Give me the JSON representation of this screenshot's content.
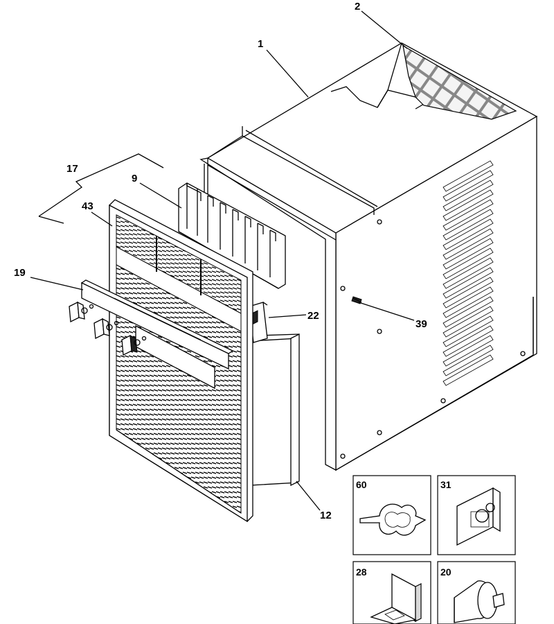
{
  "callouts": {
    "c1": "1",
    "c2": "2",
    "c9": "9",
    "c12": "12",
    "c17": "17",
    "c19": "19",
    "c22": "22",
    "c39": "39",
    "c43": "43"
  },
  "insets": [
    {
      "id": "60"
    },
    {
      "id": "31"
    },
    {
      "id": "28"
    },
    {
      "id": "20"
    }
  ]
}
